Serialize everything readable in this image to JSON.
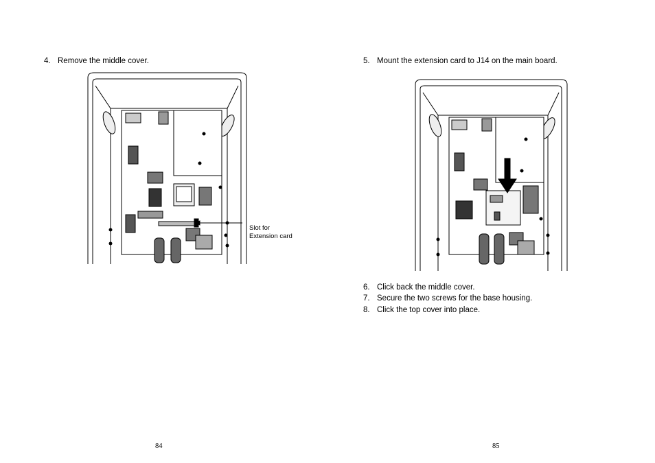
{
  "left_page": {
    "step": {
      "number": "4.",
      "text": "Remove the middle cover."
    },
    "callout": {
      "line1": "Slot for",
      "line2": "Extension card"
    },
    "page_number": "84"
  },
  "right_page": {
    "steps": [
      {
        "number": "5.",
        "text": "Mount the extension card to J14 on the main board."
      },
      {
        "number": "6.",
        "text": "Click back the middle cover."
      },
      {
        "number": "7.",
        "text": "Secure the two screws for the base housing."
      },
      {
        "number": "8.",
        "text": "Click the top cover into place."
      }
    ],
    "page_number": "85"
  }
}
